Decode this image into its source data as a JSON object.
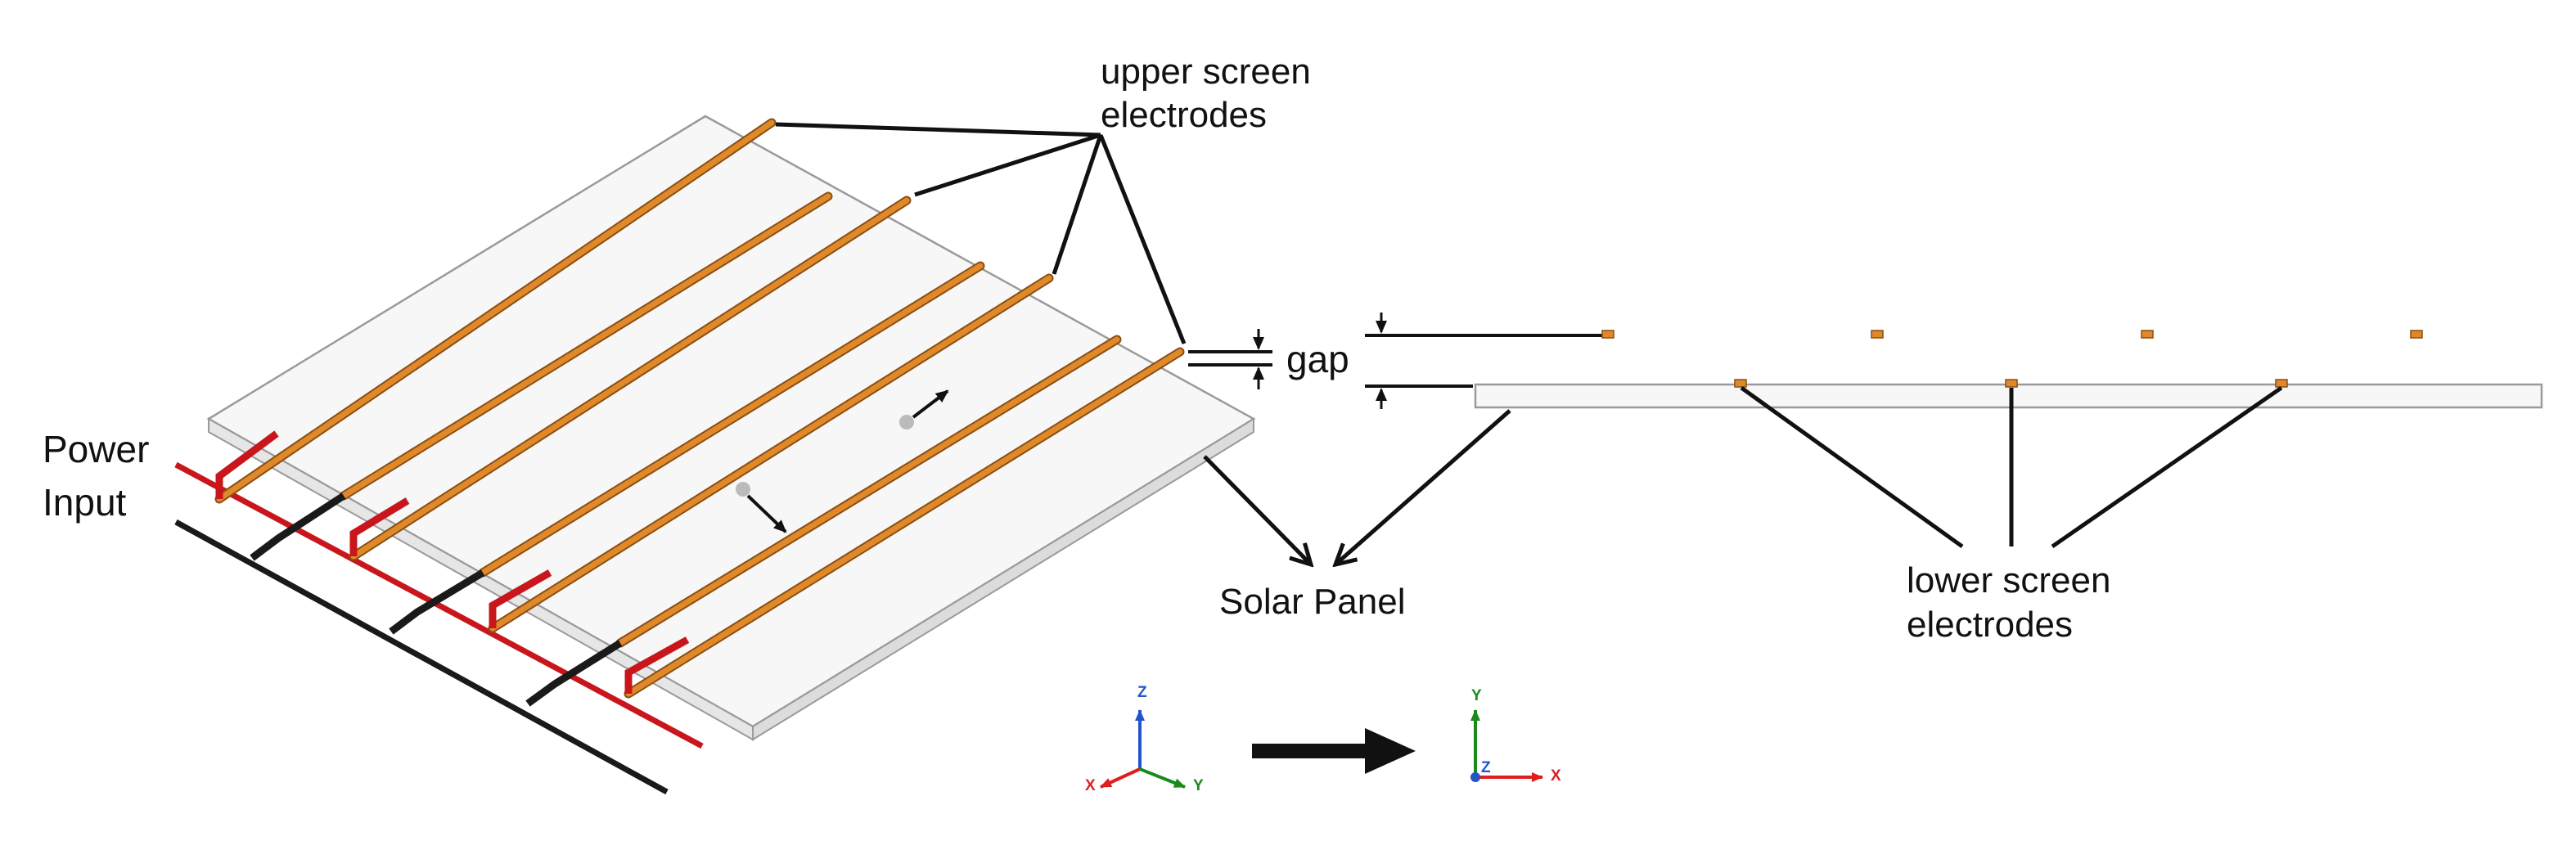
{
  "labels": {
    "upper_line1": "upper screen",
    "upper_line2": "electrodes",
    "gap": "gap",
    "power_line1": "Power",
    "power_line2": "Input",
    "solar_panel": "Solar Panel",
    "lower_line1": "lower screen",
    "lower_line2": "electrodes"
  },
  "axes_left": {
    "z": "Z",
    "x": "X",
    "y": "Y"
  },
  "axes_right": {
    "y": "Y",
    "z": "Z",
    "x": "X"
  },
  "colors": {
    "electrode": "#E0892B",
    "electrode_edge": "#8A4E12",
    "red_bus": "#C8161C",
    "black_bus": "#1A1A1A",
    "panel_top": "#F7F7F7",
    "panel_side": "#DCDCDC",
    "axis_x": "#E01E1E",
    "axis_y": "#1A8A1A",
    "axis_z": "#2455C8"
  }
}
